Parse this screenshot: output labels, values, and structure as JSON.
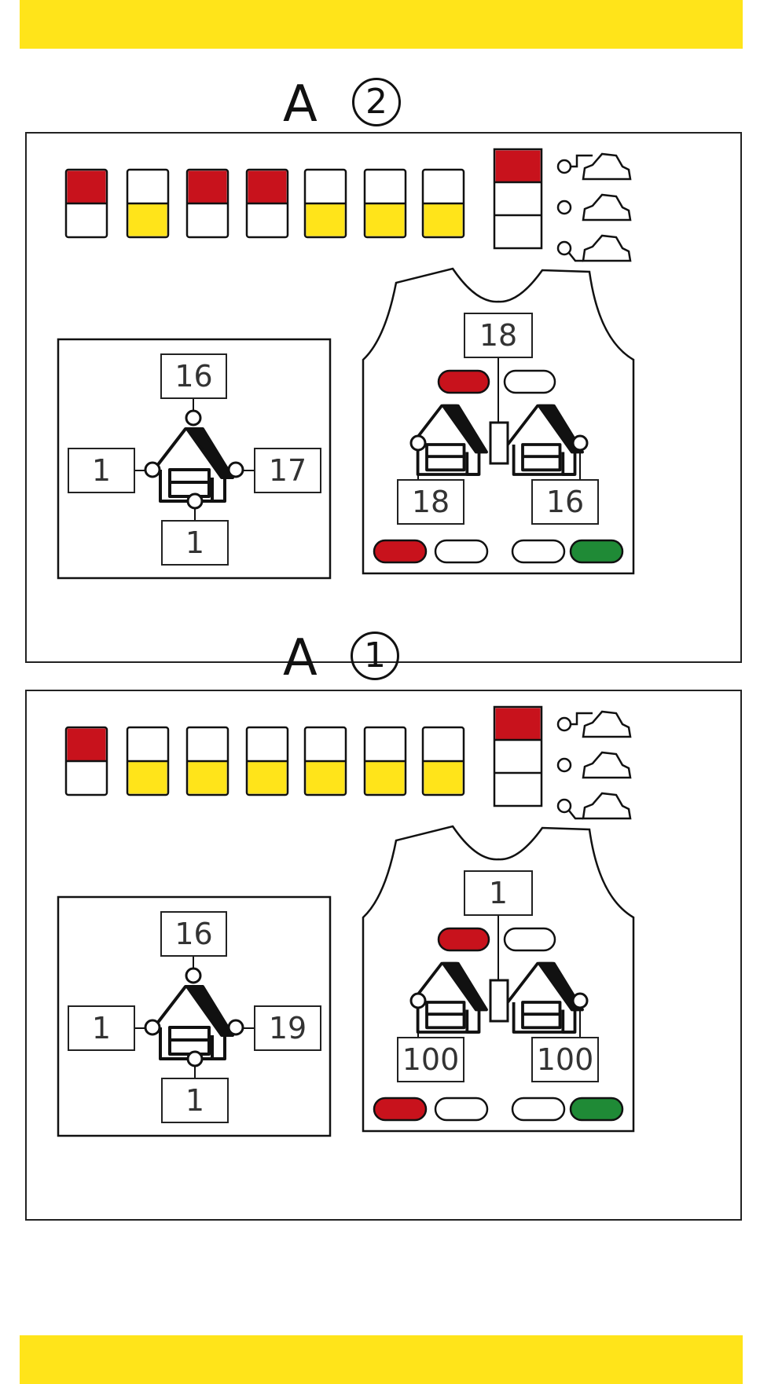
{
  "colors": {
    "band": "#ffe41a",
    "red": "#c8121c",
    "yellow": "#ffe41a",
    "green": "#1f8a36",
    "ink": "#111111"
  },
  "panels": [
    {
      "heading": {
        "letter": "A",
        "number": "2"
      },
      "indicators": [
        "red",
        "yellow",
        "red",
        "red",
        "yellow",
        "yellow",
        "yellow"
      ],
      "stack_indicator": "red",
      "left_diagram": {
        "top": "16",
        "left": "1",
        "right": "17",
        "bottom": "1"
      },
      "right_diagram": {
        "top": "18",
        "bottom_left": "18",
        "bottom_right": "16",
        "top_pill": "red",
        "left_pill": "red",
        "right_pill": "green"
      }
    },
    {
      "heading": {
        "letter": "A",
        "number": "1"
      },
      "indicators": [
        "red",
        "yellow",
        "yellow",
        "yellow",
        "yellow",
        "yellow",
        "yellow"
      ],
      "stack_indicator": "red",
      "left_diagram": {
        "top": "16",
        "left": "1",
        "right": "19",
        "bottom": "1"
      },
      "right_diagram": {
        "top": "1",
        "bottom_left": "100",
        "bottom_right": "100",
        "top_pill": "red",
        "left_pill": "red",
        "right_pill": "green"
      }
    }
  ]
}
